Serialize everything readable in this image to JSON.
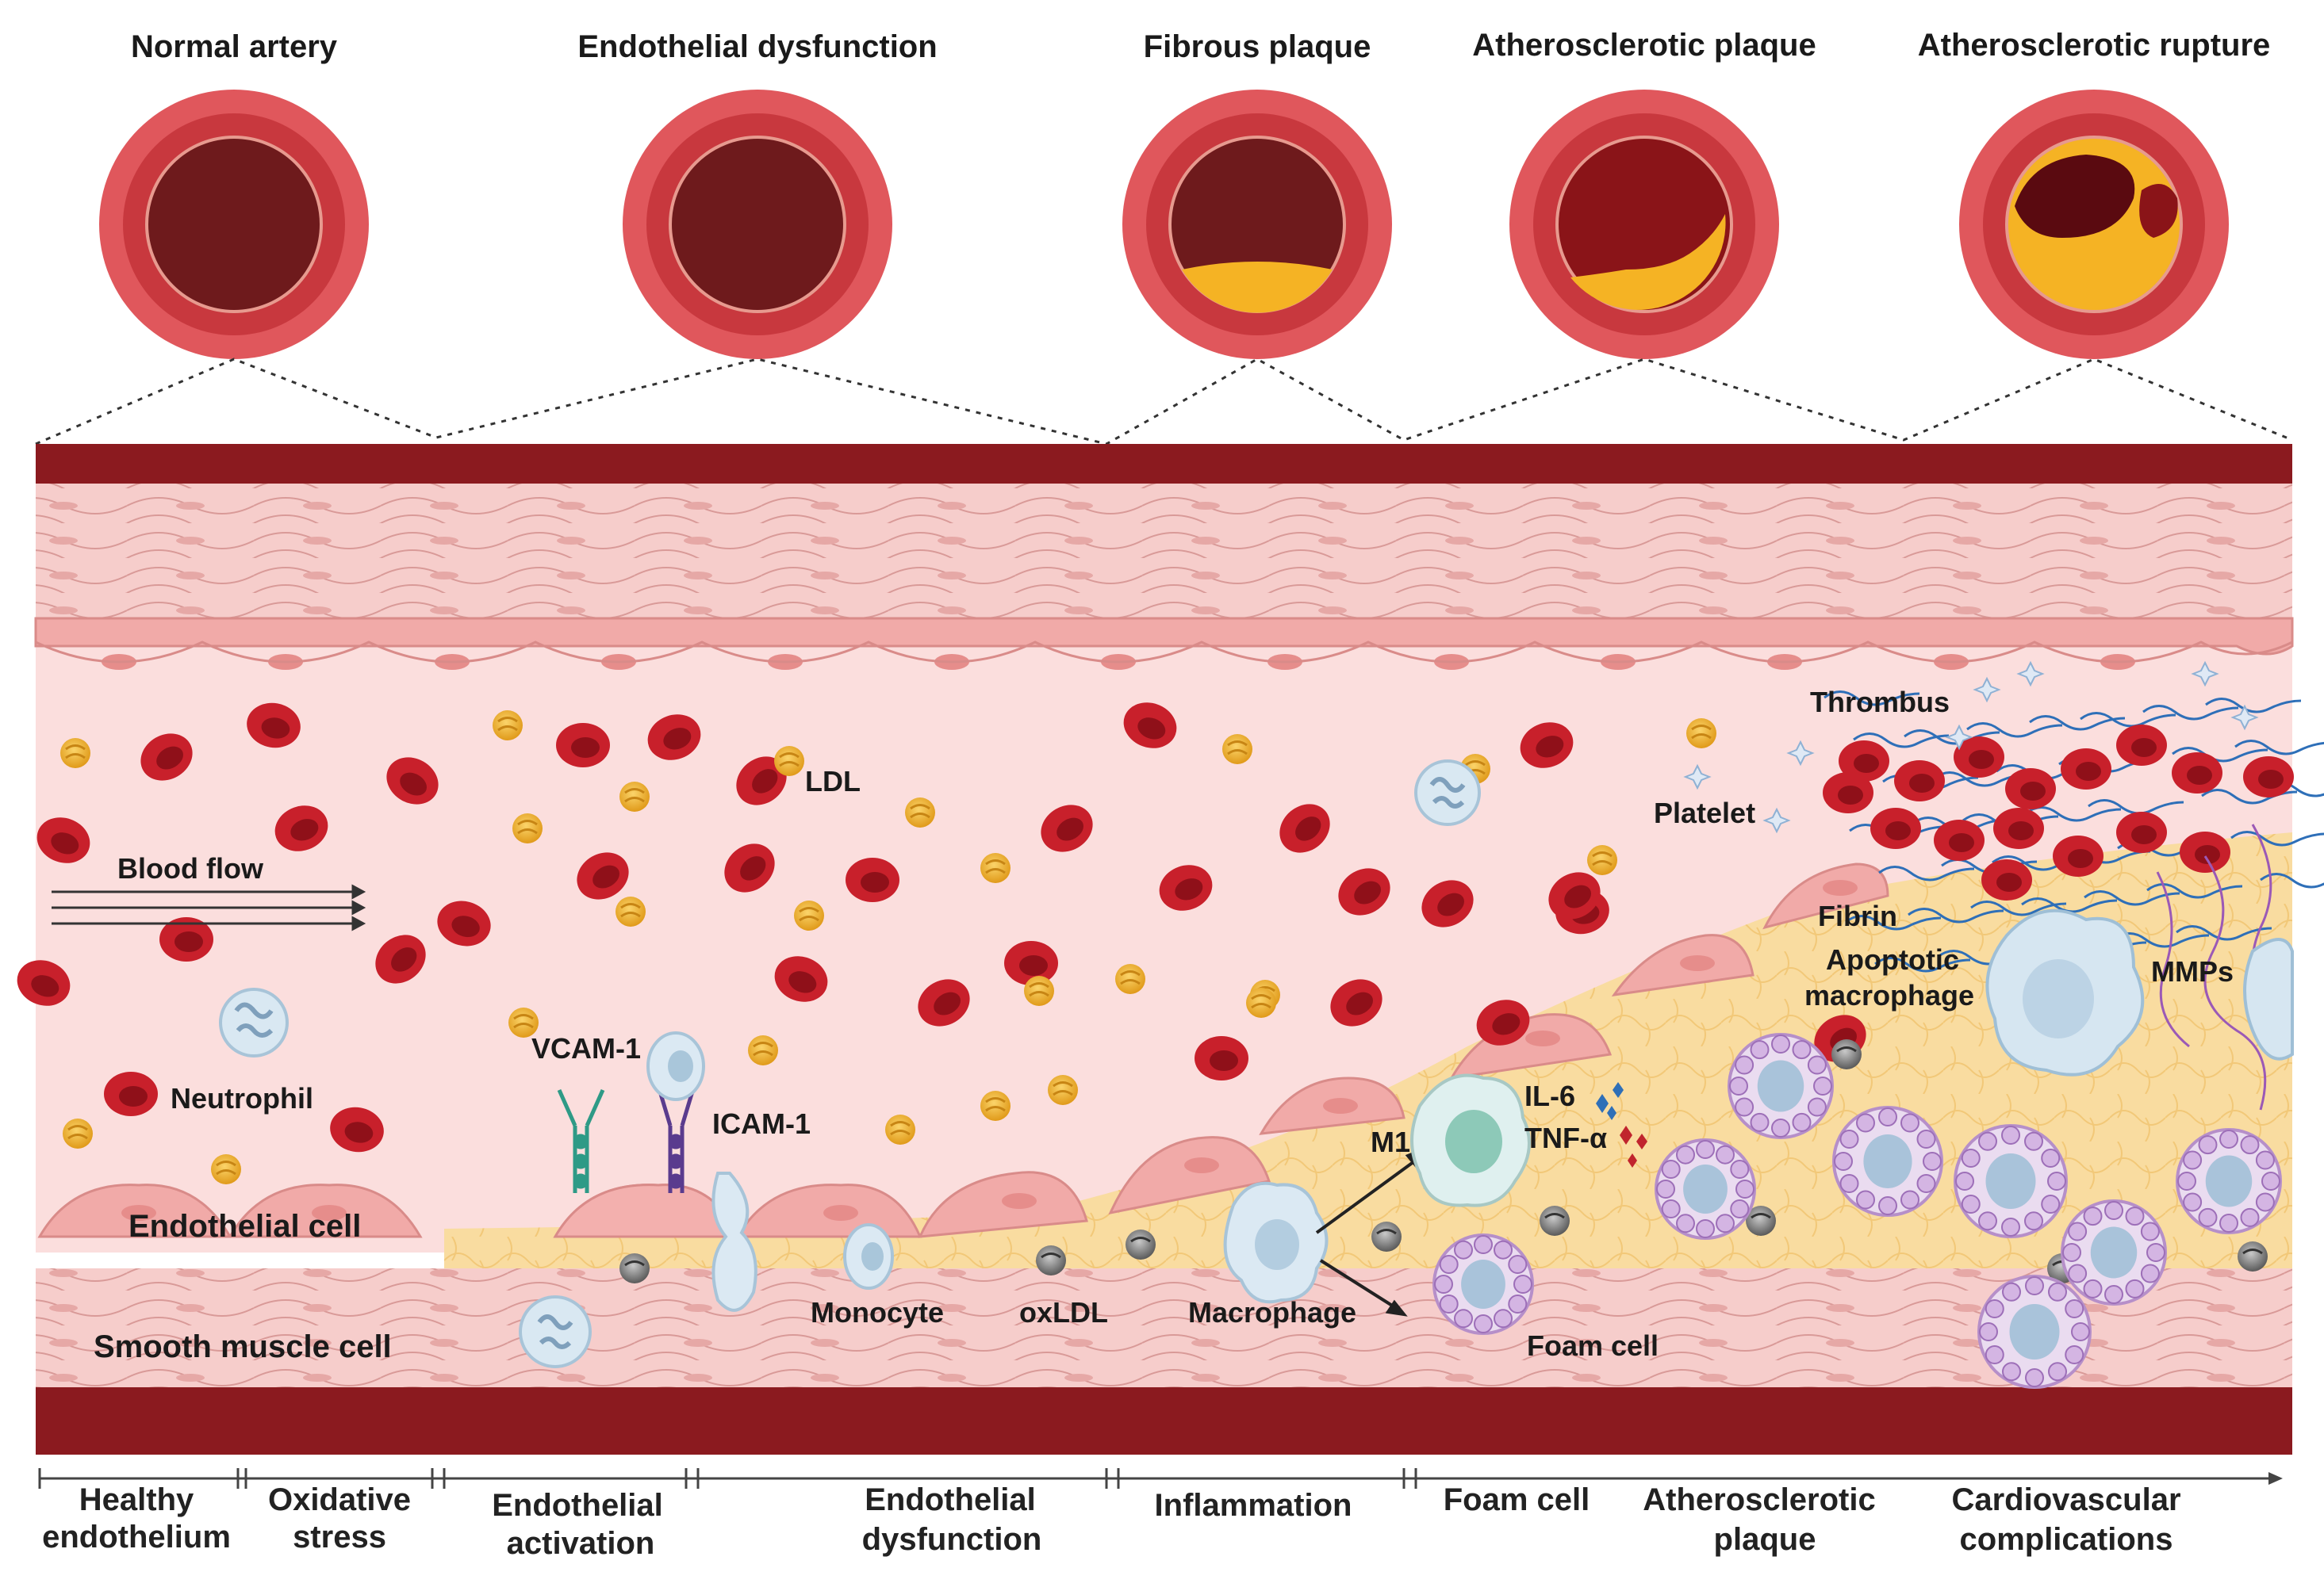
{
  "stages": [
    {
      "title": "Normal artery",
      "plaque": "none"
    },
    {
      "title": "Endothelial dysfunction",
      "plaque": "none"
    },
    {
      "title": "Fibrous plaque",
      "plaque": "thin"
    },
    {
      "title": "Atherosclerotic plaque",
      "plaque": "thick"
    },
    {
      "title": "Atherosclerotic rupture",
      "plaque": "rupture"
    }
  ],
  "labels": {
    "blood_flow": "Blood flow",
    "neutrophil": "Neutrophil",
    "endothelial_cell": "Endothelial cell",
    "smooth_muscle_cell": "Smooth muscle cell",
    "vcam1": "VCAM-1",
    "icam1": "ICAM-1",
    "ldl": "LDL",
    "monocyte": "Monocyte",
    "oxldl": "oxLDL",
    "macrophage": "Macrophage",
    "m1": "M1",
    "il6": "IL-6",
    "tnfa": "TNF-α",
    "foam_cell": "Foam cell",
    "platelet": "Platelet",
    "thrombus": "Thrombus",
    "fibrin": "Fibrin",
    "apoptotic_macrophage_1": "Apoptotic",
    "apoptotic_macrophage_2": "macrophage",
    "mmps": "MMPs"
  },
  "timeline": [
    {
      "line1": "Healthy",
      "line2": "endothelium"
    },
    {
      "line1": "Oxidative",
      "line2": "stress"
    },
    {
      "line1": "Endothelial",
      "line2": "activation"
    },
    {
      "line1": "Endothelial",
      "line2": "dysfunction"
    },
    {
      "line1": "Inflammation",
      "line2": ""
    },
    {
      "line1": "Foam cell",
      "line2": ""
    },
    {
      "line1": "Atherosclerotic",
      "line2": "plaque"
    },
    {
      "line1": "Cardiovascular",
      "line2": "complications"
    }
  ],
  "colors": {
    "vessel_wall": "#8b1a1f",
    "lumen": "#fbdcdc",
    "rbc": "#c8202b",
    "ldl": "#f2b233",
    "plaque": "#f8d79a",
    "smooth_muscle": "#f6c8c6"
  }
}
